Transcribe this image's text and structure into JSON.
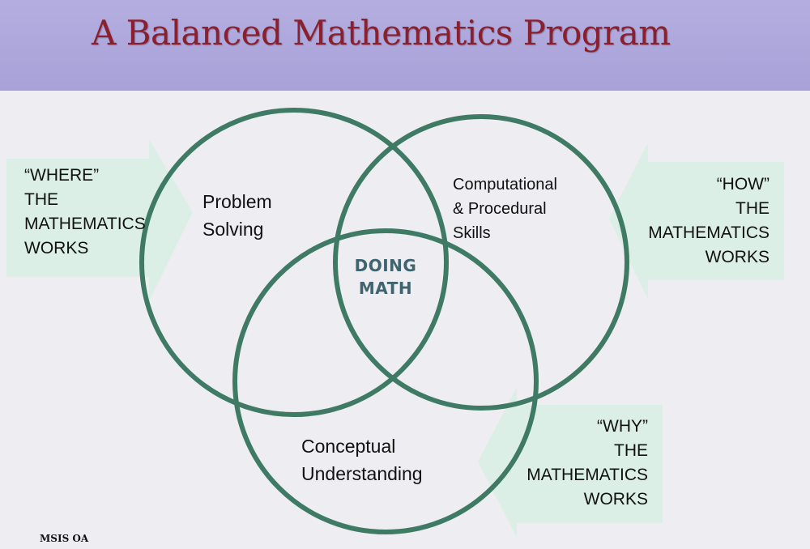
{
  "title": "A Balanced Mathematics Program",
  "center_label": [
    "DOING",
    "MATH"
  ],
  "circles": {
    "problem_solving": [
      "Problem",
      "Solving"
    ],
    "computational": [
      "Computational",
      "& Procedural",
      "Skills"
    ],
    "conceptual": [
      "Conceptual",
      "Understanding"
    ]
  },
  "arrows": {
    "where": [
      "“WHERE”",
      "THE",
      "MATHEMATICS",
      "WORKS"
    ],
    "how": [
      "“HOW”",
      "THE",
      "MATHEMATICS",
      "WORKS"
    ],
    "why": [
      "“WHY”",
      "THE",
      "MATHEMATICS",
      "WORKS"
    ]
  },
  "footer": "MSIS OA",
  "colors": {
    "header_bg": "#aba5da",
    "title": "#8b1f2c",
    "circle_stroke": "#3f7a65",
    "arrow_fill": "#dcefe6",
    "center_text": "#3f6470"
  }
}
